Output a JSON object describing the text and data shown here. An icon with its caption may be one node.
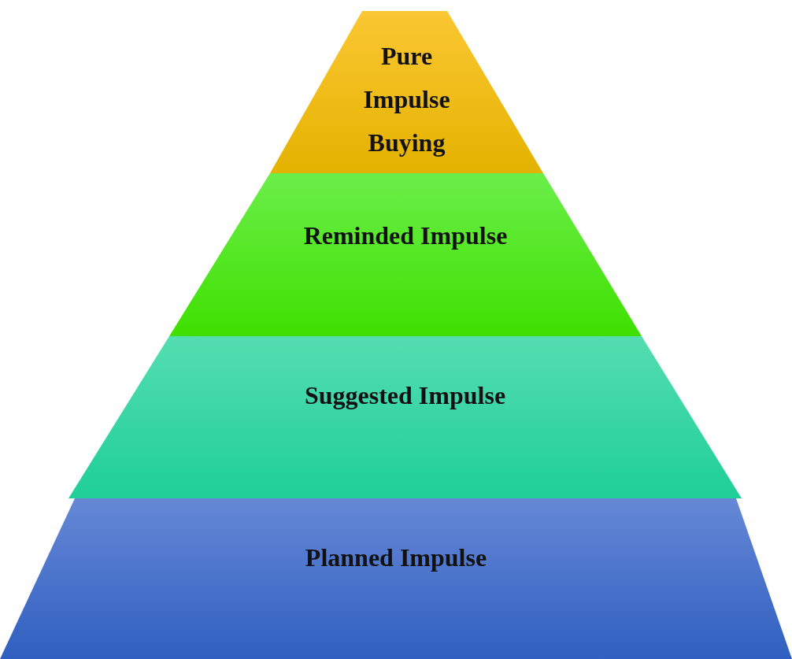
{
  "diagram": {
    "nodes": [
      {
        "text": [
          "Pure Impulse Buying"
        ]
      },
      {
        "text": [
          "Reminded Impulse"
        ]
      },
      {
        "text": [
          "Suggested Impulse"
        ]
      },
      {
        "text": [
          "Planned Impulse"
        ]
      }
    ]
  }
}
